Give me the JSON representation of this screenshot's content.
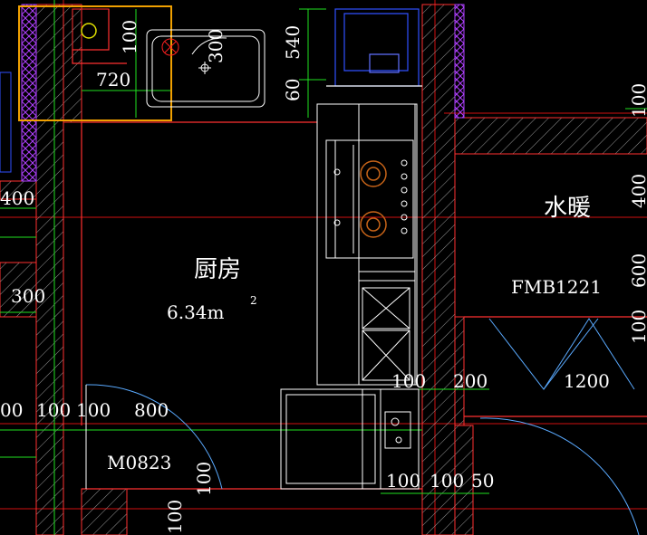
{
  "drawing": {
    "room_name": "厨房",
    "room_area": "6.34m",
    "room_area_superscript": "2",
    "adjacent_room_name": "水暖",
    "door_code": "M0823",
    "fire_door_code": "FMB1221"
  },
  "dimensions": {
    "top_left_width": "720",
    "top_left_height": "100",
    "sink_width": "300",
    "top_right_540": "540",
    "top_right_60": "60",
    "left_400": "400",
    "left_300": "300",
    "bottom_left_00": "00",
    "bottom_left_100a": "100",
    "bottom_left_100b": "100",
    "bottom_left_800": "800",
    "door_100": "100",
    "mid_100": "100",
    "mid_200": "200",
    "opening_1200": "1200",
    "bottom_100a": "100",
    "bottom_100b": "100",
    "bottom_50": "50",
    "door_bottom_100": "100",
    "right_100_top": "100",
    "right_400": "400",
    "right_600": "600",
    "right_100_bottom": "100"
  },
  "colors": {
    "background": "#000000",
    "wall_outline": "#ff3030",
    "axis_line": "#d01010",
    "dimension_line": "#20e020",
    "fixture_line": "#ffffff",
    "hatch": "#9a9a9a",
    "insulation": "#b040ff",
    "highlight_box": "#f0a000",
    "drain_circle": "#e0e000",
    "burner": "#c86418",
    "door_arc": "#5aaaff",
    "blue_fixture": "#3050ff"
  }
}
